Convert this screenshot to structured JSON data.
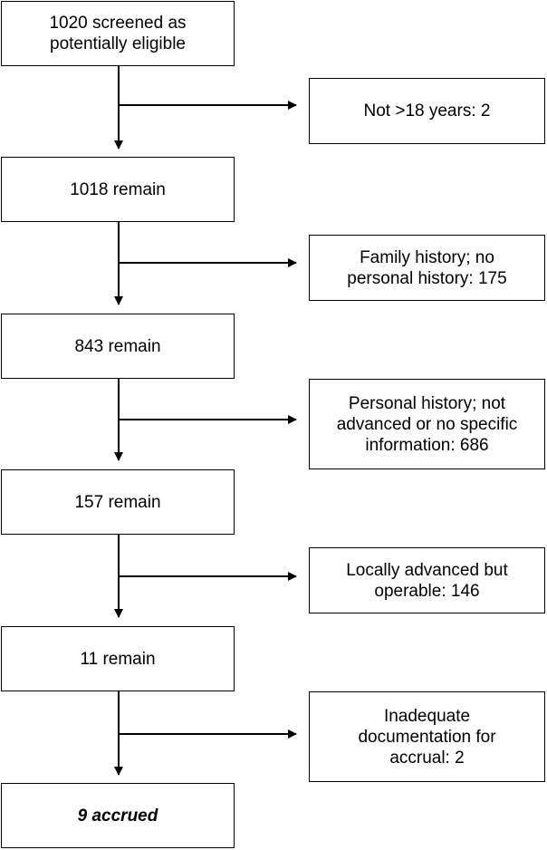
{
  "steps": [
    {
      "text": "1020 screened as potentially eligible"
    },
    {
      "text": "1018 remain"
    },
    {
      "text": "843 remain"
    },
    {
      "text": "157 remain"
    },
    {
      "text": "11 remain"
    },
    {
      "text": "9 accrued"
    }
  ],
  "exclusions": [
    {
      "text": "Not >18 years: 2"
    },
    {
      "text": "Family history; no personal history: 175"
    },
    {
      "text": "Personal history; not advanced or no specific information: 686"
    },
    {
      "text": "Locally advanced but operable: 146"
    },
    {
      "text": "Inadequate documentation for accrual: 2"
    }
  ]
}
